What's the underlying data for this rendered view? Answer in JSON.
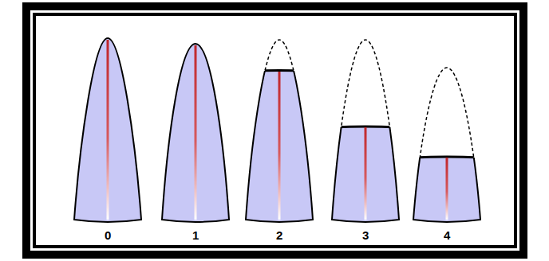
{
  "diagram": {
    "labels": [
      "0",
      "1",
      "2",
      "3",
      "4"
    ]
  }
}
